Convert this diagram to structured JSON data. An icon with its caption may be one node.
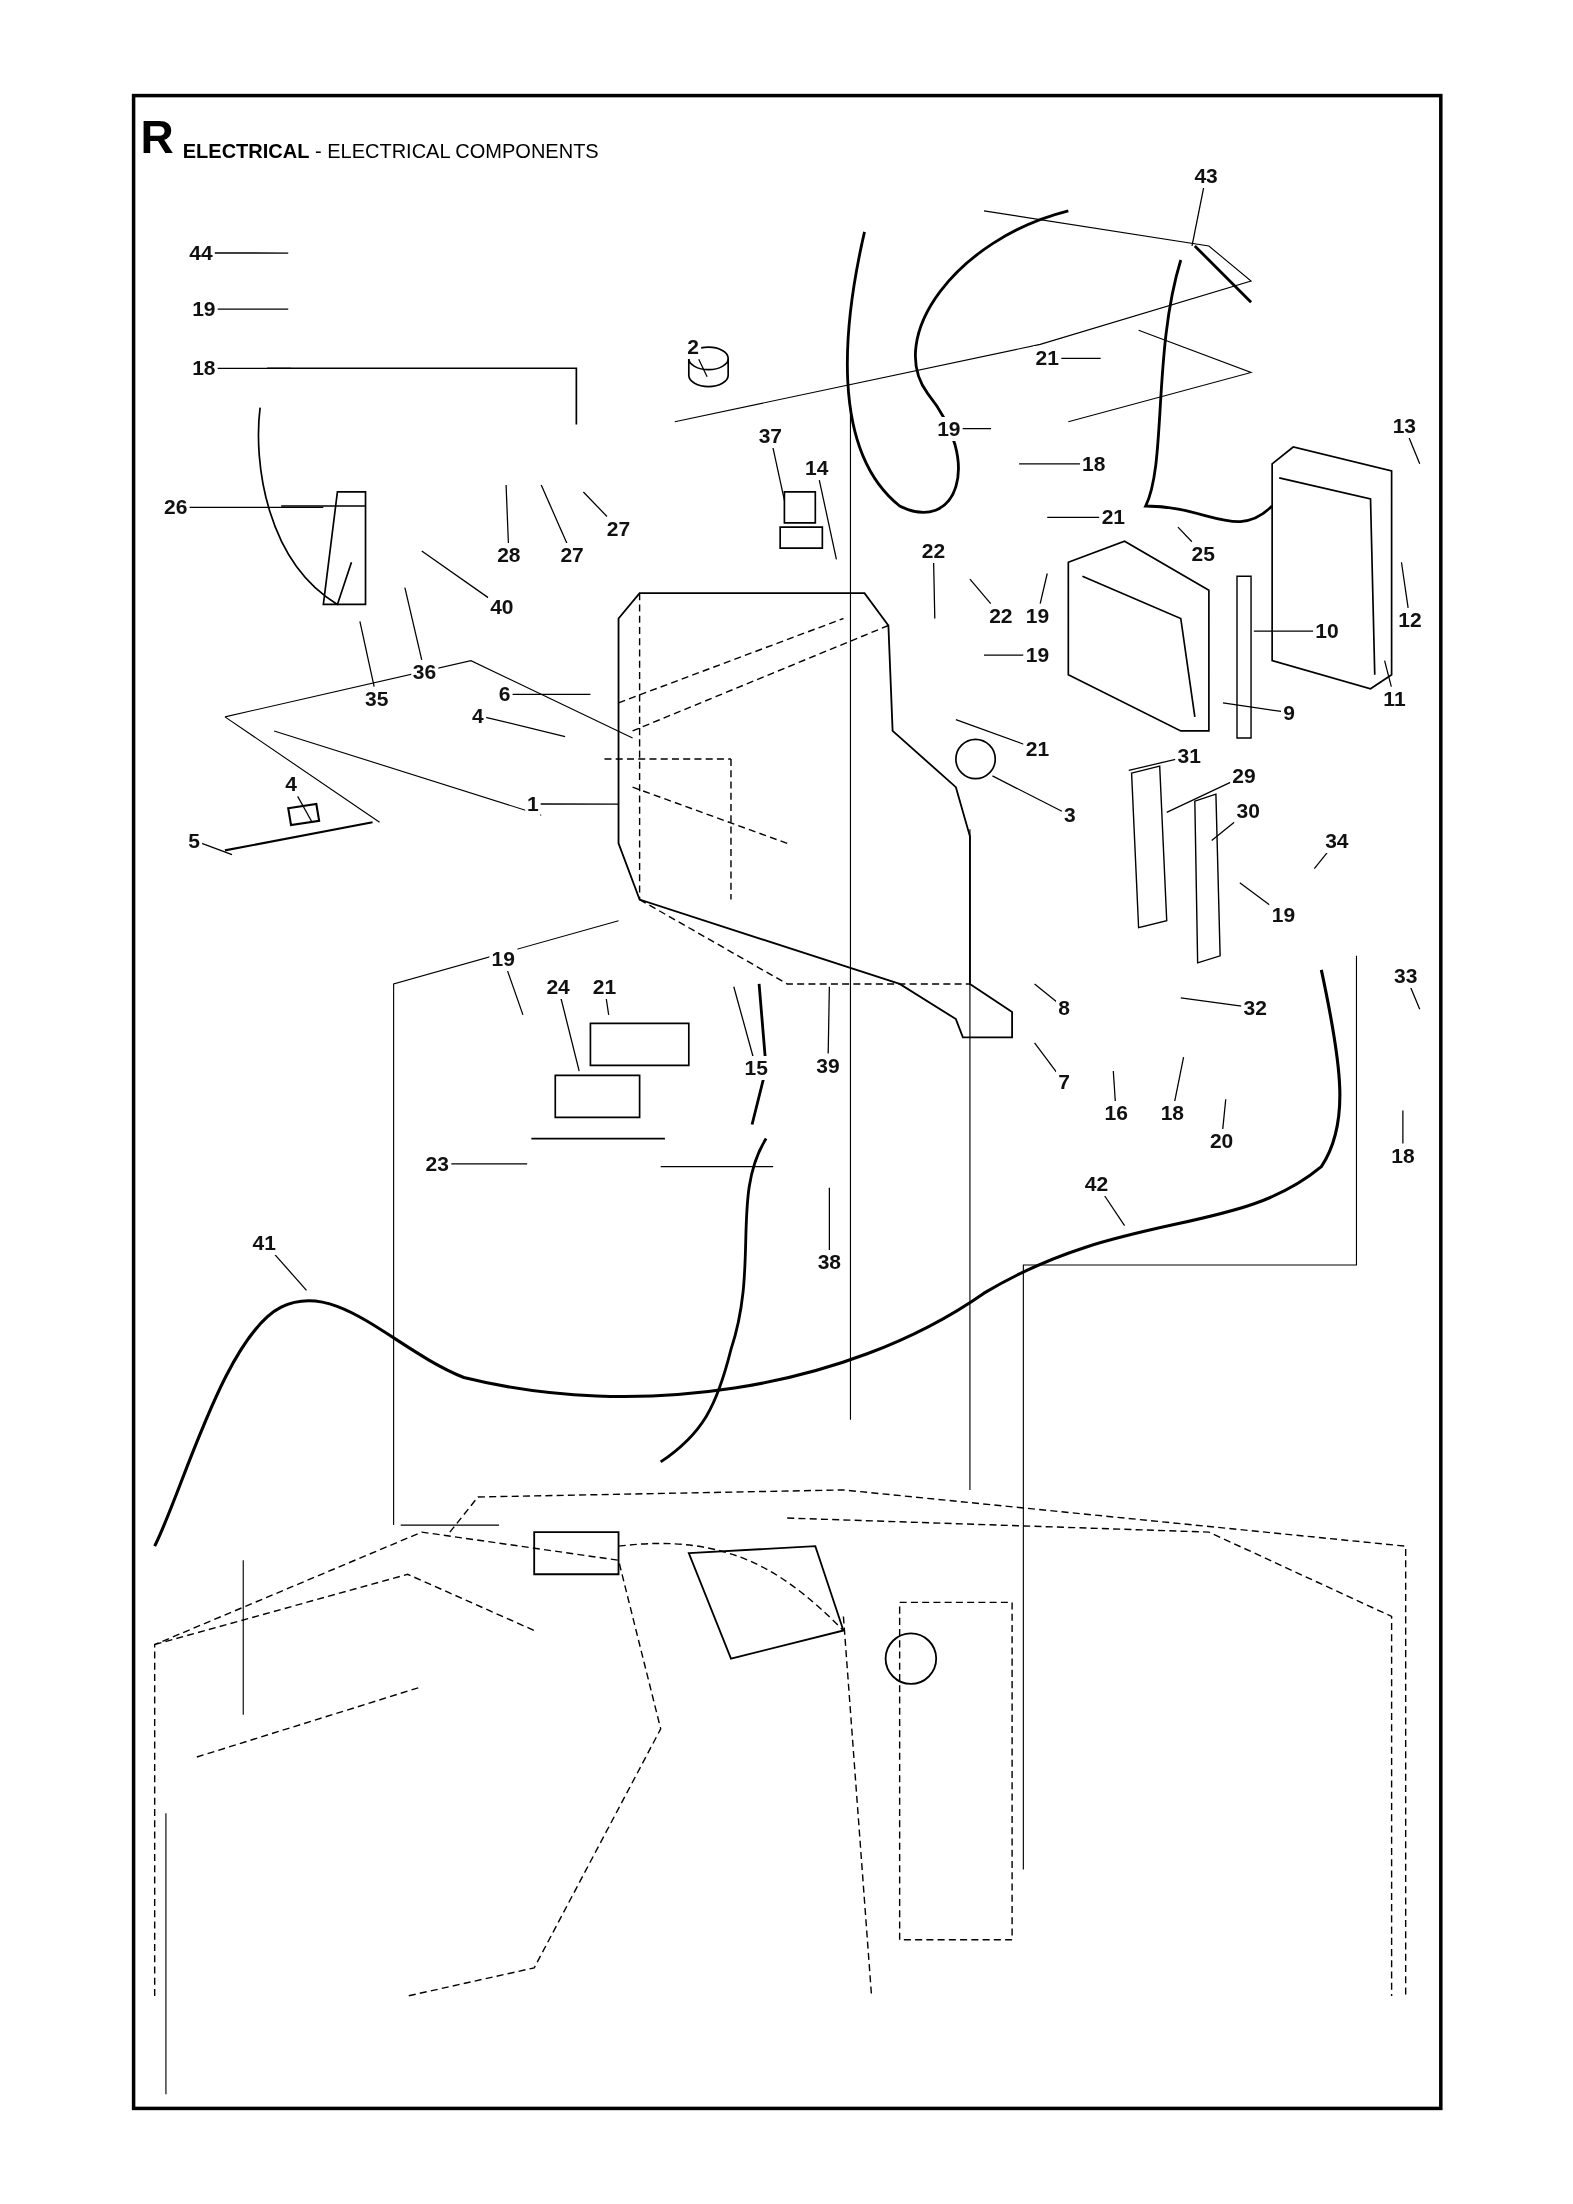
{
  "diagram": {
    "title": "**ELECTRICAL** - ELECTRICAL COMPONENTS",
    "labels": [
      "R"
    ],
    "nodes": [
      {
        "text": [
          "44"
        ]
      },
      {
        "text": [
          "19"
        ]
      },
      {
        "text": [
          "18"
        ]
      },
      {
        "text": [
          "2"
        ]
      },
      {
        "text": [
          "37"
        ]
      },
      {
        "text": [
          "14"
        ]
      },
      {
        "text": [
          "43"
        ]
      },
      {
        "text": [
          "21"
        ]
      },
      {
        "text": [
          "19"
        ]
      },
      {
        "text": [
          "18"
        ]
      },
      {
        "text": [
          "21"
        ]
      },
      {
        "text": [
          "22"
        ]
      },
      {
        "text": [
          "19"
        ]
      },
      {
        "text": [
          "22"
        ]
      },
      {
        "text": [
          "19"
        ]
      },
      {
        "text": [
          "21"
        ]
      },
      {
        "text": [
          "13"
        ]
      },
      {
        "text": [
          "12"
        ]
      },
      {
        "text": [
          "11"
        ]
      },
      {
        "text": [
          "25"
        ]
      },
      {
        "text": [
          "10"
        ]
      },
      {
        "text": [
          "9"
        ]
      },
      {
        "text": [
          "26"
        ]
      },
      {
        "text": [
          "28"
        ]
      },
      {
        "text": [
          "27"
        ]
      },
      {
        "text": [
          "27"
        ]
      },
      {
        "text": [
          "40"
        ]
      },
      {
        "text": [
          "36"
        ]
      },
      {
        "text": [
          "35"
        ]
      },
      {
        "text": [
          "6"
        ]
      },
      {
        "text": [
          "4"
        ]
      },
      {
        "text": [
          "1"
        ]
      },
      {
        "text": [
          "4"
        ]
      },
      {
        "text": [
          "5"
        ]
      },
      {
        "text": [
          "3"
        ]
      },
      {
        "text": [
          "31"
        ]
      },
      {
        "text": [
          "29"
        ]
      },
      {
        "text": [
          "30"
        ]
      },
      {
        "text": [
          "34"
        ]
      },
      {
        "text": [
          "19"
        ]
      },
      {
        "text": [
          "32"
        ]
      },
      {
        "text": [
          "33"
        ]
      },
      {
        "text": [
          "18"
        ]
      },
      {
        "text": [
          "8"
        ]
      },
      {
        "text": [
          "7"
        ]
      },
      {
        "text": [
          "16"
        ]
      },
      {
        "text": [
          "18"
        ]
      },
      {
        "text": [
          "20"
        ]
      },
      {
        "text": [
          "15"
        ]
      },
      {
        "text": [
          "39"
        ]
      },
      {
        "text": [
          "24"
        ]
      },
      {
        "text": [
          "21"
        ]
      },
      {
        "text": [
          "19"
        ]
      },
      {
        "text": [
          "23"
        ]
      },
      {
        "text": [
          "38"
        ]
      },
      {
        "text": [
          "42"
        ]
      },
      {
        "text": [
          "41"
        ]
      }
    ],
    "edges": [
      {
        "from": 0,
        "to": null,
        "arrow": "none"
      },
      {
        "from": 1,
        "to": null,
        "arrow": "none"
      },
      {
        "from": 2,
        "to": null,
        "arrow": "none"
      },
      {
        "from": 3,
        "to": null,
        "arrow": "none"
      },
      {
        "from": 4,
        "to": null,
        "arrow": "none"
      },
      {
        "from": 5,
        "to": null,
        "arrow": "none"
      },
      {
        "from": 6,
        "to": null,
        "arrow": "none"
      },
      {
        "from": 7,
        "to": null,
        "arrow": "none"
      },
      {
        "from": 8,
        "to": null,
        "arrow": "none"
      },
      {
        "from": 9,
        "to": null,
        "arrow": "none"
      },
      {
        "from": 10,
        "to": null,
        "arrow": "none"
      },
      {
        "from": 11,
        "to": null,
        "arrow": "none"
      },
      {
        "from": 12,
        "to": null,
        "arrow": "none"
      },
      {
        "from": 13,
        "to": null,
        "arrow": "none"
      },
      {
        "from": 14,
        "to": null,
        "arrow": "none"
      },
      {
        "from": 15,
        "to": null,
        "arrow": "none"
      },
      {
        "from": 16,
        "to": null,
        "arrow": "none"
      },
      {
        "from": 17,
        "to": null,
        "arrow": "none"
      },
      {
        "from": 18,
        "to": null,
        "arrow": "none"
      },
      {
        "from": 19,
        "to": null,
        "arrow": "none"
      },
      {
        "from": 20,
        "to": null,
        "arrow": "none"
      },
      {
        "from": 21,
        "to": null,
        "arrow": "none"
      },
      {
        "from": 22,
        "to": null,
        "arrow": "none"
      },
      {
        "from": 23,
        "to": null,
        "arrow": "none"
      },
      {
        "from": 24,
        "to": null,
        "arrow": "none"
      },
      {
        "from": 25,
        "to": null,
        "arrow": "none"
      },
      {
        "from": 26,
        "to": null,
        "arrow": "none"
      },
      {
        "from": 27,
        "to": null,
        "arrow": "none"
      },
      {
        "from": 28,
        "to": null,
        "arrow": "none"
      },
      {
        "from": 29,
        "to": null,
        "arrow": "none"
      },
      {
        "from": 30,
        "to": null,
        "arrow": "none"
      },
      {
        "from": 31,
        "to": null,
        "arrow": "none"
      },
      {
        "from": 32,
        "to": null,
        "arrow": "none"
      },
      {
        "from": 33,
        "to": null,
        "arrow": "none"
      },
      {
        "from": 34,
        "to": null,
        "arrow": "none"
      },
      {
        "from": 35,
        "to": null,
        "arrow": "none"
      },
      {
        "from": 36,
        "to": null,
        "arrow": "none"
      },
      {
        "from": 37,
        "to": null,
        "arrow": "none"
      },
      {
        "from": 38,
        "to": null,
        "arrow": "none"
      },
      {
        "from": 39,
        "to": null,
        "arrow": "none"
      },
      {
        "from": 40,
        "to": null,
        "arrow": "none"
      },
      {
        "from": 41,
        "to": null,
        "arrow": "none"
      },
      {
        "from": 42,
        "to": null,
        "arrow": "none"
      },
      {
        "from": 43,
        "to": null,
        "arrow": "none"
      },
      {
        "from": 44,
        "to": null,
        "arrow": "none"
      },
      {
        "from": 45,
        "to": null,
        "arrow": "none"
      },
      {
        "from": 46,
        "to": null,
        "arrow": "none"
      },
      {
        "from": 47,
        "to": null,
        "arrow": "none"
      },
      {
        "from": 48,
        "to": null,
        "arrow": "none"
      },
      {
        "from": 49,
        "to": null,
        "arrow": "none"
      },
      {
        "from": 50,
        "to": null,
        "arrow": "none"
      },
      {
        "from": 51,
        "to": null,
        "arrow": "none"
      },
      {
        "from": 52,
        "to": null,
        "arrow": "none"
      },
      {
        "from": 53,
        "to": null,
        "arrow": "none"
      },
      {
        "from": 54,
        "to": null,
        "arrow": "none"
      },
      {
        "from": 55,
        "to": null,
        "arrow": "none"
      },
      {
        "from": 56,
        "to": null,
        "arrow": "none"
      }
    ]
  }
}
